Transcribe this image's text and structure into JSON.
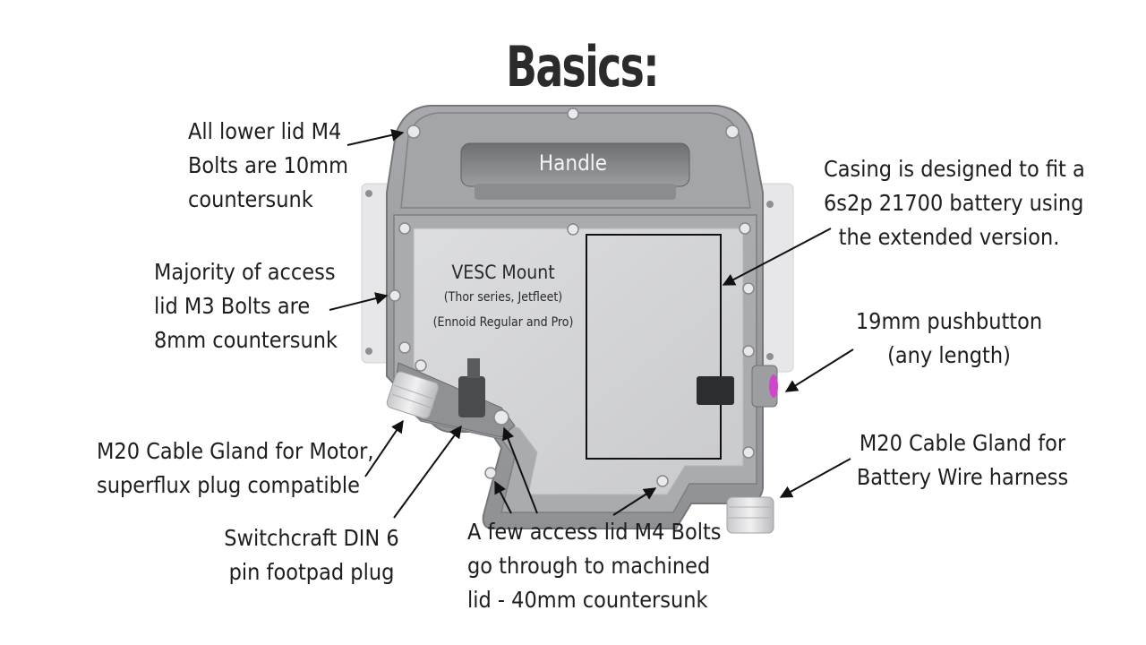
{
  "title": "Basics:",
  "device_labels": {
    "handle": "Handle",
    "vesc_title": "VESC Mount",
    "vesc_line1": "(Thor series, Jetfleet)",
    "vesc_line2": "(Ennoid Regular and Pro)"
  },
  "annotations": {
    "lower_lid": [
      "All lower lid M4",
      "Bolts are 10mm",
      "countersunk"
    ],
    "access_lid": [
      "Majority of access",
      "lid M3 Bolts are",
      "8mm countersunk"
    ],
    "motor_gland": [
      "M20 Cable Gland for Motor,",
      "superflux plug compatible"
    ],
    "din_plug": [
      "Switchcraft DIN 6",
      "pin footpad plug"
    ],
    "m4_bolts": [
      "A few access lid M4 Bolts",
      "go through to machined",
      "lid -  40mm countersunk"
    ],
    "casing": [
      "Casing is designed to fit a",
      "6s2p 21700 battery using",
      "the extended version."
    ],
    "pushbutton": [
      "19mm pushbutton",
      "(any length)"
    ],
    "battery_gland": [
      "M20 Cable Gland for",
      "Battery Wire harness"
    ]
  },
  "colors": {
    "casing": "#9a9ca0",
    "casing_dark": "#7d7f83",
    "lid": "#d4d5d8",
    "button_ring": "#d046c8"
  }
}
